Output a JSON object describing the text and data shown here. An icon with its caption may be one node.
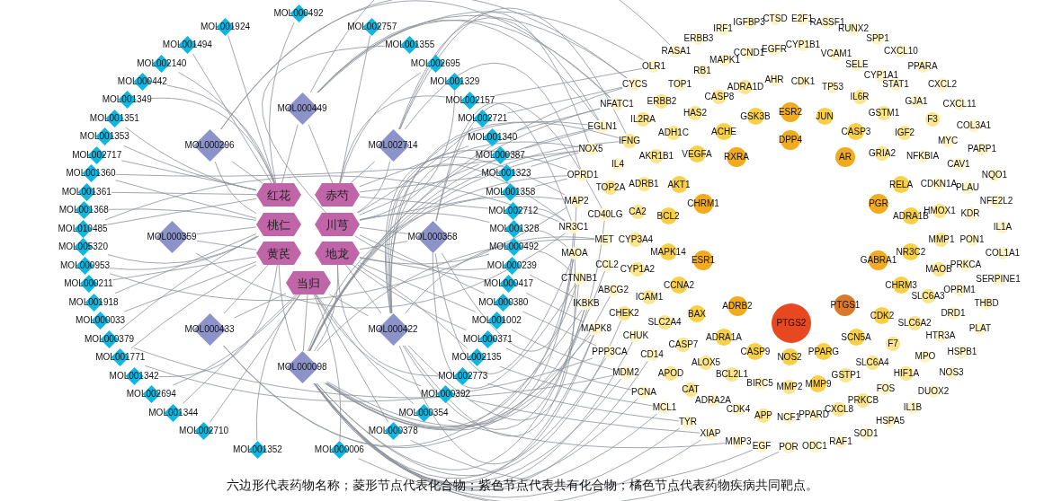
{
  "diagram": {
    "caption": "六边形代表药物名称；菱形节点代表化合物；紫色节点代表共有化合物；橘色节点代表药物疾病共同靶点。",
    "nodes": [
      {
        "text": [
          "红花"
        ]
      },
      {
        "text": [
          "赤芍"
        ]
      },
      {
        "text": [
          "桃仁"
        ]
      },
      {
        "text": [
          "川芎"
        ]
      },
      {
        "text": [
          "黄芪"
        ]
      },
      {
        "text": [
          "地龙"
        ]
      },
      {
        "text": [
          "当归"
        ]
      },
      {
        "text": [
          "MOL000449"
        ]
      },
      {
        "text": [
          "MOL000296"
        ]
      },
      {
        "text": [
          "MOL002714"
        ]
      },
      {
        "text": [
          "MOL000359"
        ]
      },
      {
        "text": [
          "MOL000358"
        ]
      },
      {
        "text": [
          "MOL000433"
        ]
      },
      {
        "text": [
          "MOL000422"
        ]
      },
      {
        "text": [
          "MOL000098"
        ]
      },
      {
        "text": [
          "MOL000492"
        ]
      },
      {
        "text": [
          "MOL002757"
        ]
      },
      {
        "text": [
          "MOL001355"
        ]
      },
      {
        "text": [
          "MOL002695"
        ]
      },
      {
        "text": [
          "MOL001329"
        ]
      },
      {
        "text": [
          "MOL002157"
        ]
      },
      {
        "text": [
          "MOL002721"
        ]
      },
      {
        "text": [
          "MOL001340"
        ]
      },
      {
        "text": [
          "MOL000387"
        ]
      },
      {
        "text": [
          "MOL001323"
        ]
      },
      {
        "text": [
          "MOL001358"
        ]
      },
      {
        "text": [
          "MOL002712"
        ]
      },
      {
        "text": [
          "MOL001328"
        ]
      },
      {
        "text": [
          "MOL000492"
        ]
      },
      {
        "text": [
          "MOL000239"
        ]
      },
      {
        "text": [
          "MOL000417"
        ]
      },
      {
        "text": [
          "MOL000380"
        ]
      },
      {
        "text": [
          "MOL001002"
        ]
      },
      {
        "text": [
          "MOL000371"
        ]
      },
      {
        "text": [
          "MOL002135"
        ]
      },
      {
        "text": [
          "MOL002773"
        ]
      },
      {
        "text": [
          "MOL000392"
        ]
      },
      {
        "text": [
          "MOL000354"
        ]
      },
      {
        "text": [
          "MOL000378"
        ]
      },
      {
        "text": [
          "MOL000006"
        ]
      },
      {
        "text": [
          "MOL001352"
        ]
      },
      {
        "text": [
          "MOL002710"
        ]
      },
      {
        "text": [
          "MOL001344"
        ]
      },
      {
        "text": [
          "MOL002694"
        ]
      },
      {
        "text": [
          "MOL001342"
        ]
      },
      {
        "text": [
          "MOL001771"
        ]
      },
      {
        "text": [
          "MOL000379"
        ]
      },
      {
        "text": [
          "MOL000033"
        ]
      },
      {
        "text": [
          "MOL001918"
        ]
      },
      {
        "text": [
          "MOL000211"
        ]
      },
      {
        "text": [
          "MOL000953"
        ]
      },
      {
        "text": [
          "MOL005320"
        ]
      },
      {
        "text": [
          "MOL010485"
        ]
      },
      {
        "text": [
          "MOL001368"
        ]
      },
      {
        "text": [
          "MOL001361"
        ]
      },
      {
        "text": [
          "MOL001360"
        ]
      },
      {
        "text": [
          "MOL002717"
        ]
      },
      {
        "text": [
          "MOL001353"
        ]
      },
      {
        "text": [
          "MOL001351"
        ]
      },
      {
        "text": [
          "MOL001349"
        ]
      },
      {
        "text": [
          "MOL000442"
        ]
      },
      {
        "text": [
          "MOL002140"
        ]
      },
      {
        "text": [
          "MOL001494"
        ]
      },
      {
        "text": [
          "MOL001924"
        ]
      },
      {
        "text": [
          "IRF1"
        ]
      },
      {
        "text": [
          "IGFBP3"
        ]
      },
      {
        "text": [
          "CTSD"
        ]
      },
      {
        "text": [
          "E2F1"
        ]
      },
      {
        "text": [
          "RASSF1"
        ]
      },
      {
        "text": [
          "RUNX2"
        ]
      },
      {
        "text": [
          "ERBB3"
        ]
      },
      {
        "text": [
          "SPP1"
        ]
      },
      {
        "text": [
          "RASA1"
        ]
      },
      {
        "text": [
          "CCND1"
        ]
      },
      {
        "text": [
          "EGFR"
        ]
      },
      {
        "text": [
          "CYP1B1"
        ]
      },
      {
        "text": [
          "VCAM1"
        ]
      },
      {
        "text": [
          "CXCL10"
        ]
      },
      {
        "text": [
          "MAPK1"
        ]
      },
      {
        "text": [
          "SELE"
        ]
      },
      {
        "text": [
          "OLR1"
        ]
      },
      {
        "text": [
          "RB1"
        ]
      },
      {
        "text": [
          "CYP1A1"
        ]
      },
      {
        "text": [
          "PPARA"
        ]
      },
      {
        "text": [
          "CYCS"
        ]
      },
      {
        "text": [
          "TOP1"
        ]
      },
      {
        "text": [
          "ADRA1D"
        ]
      },
      {
        "text": [
          "AHR"
        ]
      },
      {
        "text": [
          "CDK1"
        ]
      },
      {
        "text": [
          "TP53"
        ]
      },
      {
        "text": [
          "STAT1"
        ]
      },
      {
        "text": [
          "CXCL2"
        ]
      },
      {
        "text": [
          "IL6R"
        ]
      },
      {
        "text": [
          "GJA1"
        ]
      },
      {
        "text": [
          "NFATC1"
        ]
      },
      {
        "text": [
          "ERBB2"
        ]
      },
      {
        "text": [
          "CASP8"
        ]
      },
      {
        "text": [
          "CXCL11"
        ]
      },
      {
        "text": [
          "HAS2"
        ]
      },
      {
        "text": [
          "GSK3B"
        ]
      },
      {
        "text": [
          "ESR2"
        ]
      },
      {
        "text": [
          "JUN"
        ]
      },
      {
        "text": [
          "GSTM1"
        ]
      },
      {
        "text": [
          "F3"
        ]
      },
      {
        "text": [
          "EGLN1"
        ]
      },
      {
        "text": [
          "IL2RA"
        ]
      },
      {
        "text": [
          "ADH1C"
        ]
      },
      {
        "text": [
          "ACHE"
        ]
      },
      {
        "text": [
          "CASP3"
        ]
      },
      {
        "text": [
          "IGF2"
        ]
      },
      {
        "text": [
          "COL3A1"
        ]
      },
      {
        "text": [
          "IFNG"
        ]
      },
      {
        "text": [
          "DPP4"
        ]
      },
      {
        "text": [
          "MYC"
        ]
      },
      {
        "text": [
          "NOX5"
        ]
      },
      {
        "text": [
          "VEGFA"
        ]
      },
      {
        "text": [
          "AKR1B1"
        ]
      },
      {
        "text": [
          "RXRA"
        ]
      },
      {
        "text": [
          "AR"
        ]
      },
      {
        "text": [
          "GRIA2"
        ]
      },
      {
        "text": [
          "NFKBIA"
        ]
      },
      {
        "text": [
          "PARP1"
        ]
      },
      {
        "text": [
          "IL4"
        ]
      },
      {
        "text": [
          "CAV1"
        ]
      },
      {
        "text": [
          "OPRD1"
        ]
      },
      {
        "text": [
          "NQO1"
        ]
      },
      {
        "text": [
          "TOP2A"
        ]
      },
      {
        "text": [
          "ADRB1"
        ]
      },
      {
        "text": [
          "AKT1"
        ]
      },
      {
        "text": [
          "RELA"
        ]
      },
      {
        "text": [
          "CDKN1A"
        ]
      },
      {
        "text": [
          "PLAU"
        ]
      },
      {
        "text": [
          "MAP2"
        ]
      },
      {
        "text": [
          "CHRM1"
        ]
      },
      {
        "text": [
          "PGR"
        ]
      },
      {
        "text": [
          "NFE2L2"
        ]
      },
      {
        "text": [
          "CD40LG"
        ]
      },
      {
        "text": [
          "CA2"
        ]
      },
      {
        "text": [
          "BCL2"
        ]
      },
      {
        "text": [
          "ADRA1B"
        ]
      },
      {
        "text": [
          "HMOX1"
        ]
      },
      {
        "text": [
          "KDR"
        ]
      },
      {
        "text": [
          "NR3C1"
        ]
      },
      {
        "text": [
          "IL1A"
        ]
      },
      {
        "text": [
          "MET"
        ]
      },
      {
        "text": [
          "CYP3A4"
        ]
      },
      {
        "text": [
          "MMP1"
        ]
      },
      {
        "text": [
          "PON1"
        ]
      },
      {
        "text": [
          "MAOA"
        ]
      },
      {
        "text": [
          "MAPK14"
        ]
      },
      {
        "text": [
          "ESR1"
        ]
      },
      {
        "text": [
          "NR3C2"
        ]
      },
      {
        "text": [
          "GABRA1"
        ]
      },
      {
        "text": [
          "COL1A1"
        ]
      },
      {
        "text": [
          "CCL2"
        ]
      },
      {
        "text": [
          "CYP1A2"
        ]
      },
      {
        "text": [
          "MAOB"
        ]
      },
      {
        "text": [
          "PRKCA"
        ]
      },
      {
        "text": [
          "CTNNB1"
        ]
      },
      {
        "text": [
          "SERPINE1"
        ]
      },
      {
        "text": [
          "ABCG2"
        ]
      },
      {
        "text": [
          "CCNA2"
        ]
      },
      {
        "text": [
          "CHRM3"
        ]
      },
      {
        "text": [
          "OPRM1"
        ]
      },
      {
        "text": [
          "ICAM1"
        ]
      },
      {
        "text": [
          "SLC6A3"
        ]
      },
      {
        "text": [
          "IKBKB"
        ]
      },
      {
        "text": [
          "ADRB2"
        ]
      },
      {
        "text": [
          "PTGS1"
        ]
      },
      {
        "text": [
          "THBD"
        ]
      },
      {
        "text": [
          "CHEK2"
        ]
      },
      {
        "text": [
          "BAX"
        ]
      },
      {
        "text": [
          "PTGS2"
        ]
      },
      {
        "text": [
          "CDK2"
        ]
      },
      {
        "text": [
          "SLC6A2"
        ]
      },
      {
        "text": [
          "DRD1"
        ]
      },
      {
        "text": [
          "SLC2A4"
        ]
      },
      {
        "text": [
          "MAPK8"
        ]
      },
      {
        "text": [
          "CHUK"
        ]
      },
      {
        "text": [
          "ADRA1A"
        ]
      },
      {
        "text": [
          "SCN5A"
        ]
      },
      {
        "text": [
          "HTR3A"
        ]
      },
      {
        "text": [
          "PLAT"
        ]
      },
      {
        "text": [
          "CASP7"
        ]
      },
      {
        "text": [
          "F7"
        ]
      },
      {
        "text": [
          "PPP3CA"
        ]
      },
      {
        "text": [
          "CD14"
        ]
      },
      {
        "text": [
          "CASP9"
        ]
      },
      {
        "text": [
          "NOS2"
        ]
      },
      {
        "text": [
          "PPARG"
        ]
      },
      {
        "text": [
          "MPO"
        ]
      },
      {
        "text": [
          "HSPB1"
        ]
      },
      {
        "text": [
          "ALOX5"
        ]
      },
      {
        "text": [
          "SLC6A4"
        ]
      },
      {
        "text": [
          "MDM2"
        ]
      },
      {
        "text": [
          "APOD"
        ]
      },
      {
        "text": [
          "BCL2L1"
        ]
      },
      {
        "text": [
          "GSTP1"
        ]
      },
      {
        "text": [
          "HIF1A"
        ]
      },
      {
        "text": [
          "NOS3"
        ]
      },
      {
        "text": [
          "BIRC5"
        ]
      },
      {
        "text": [
          "MMP2"
        ]
      },
      {
        "text": [
          "MMP9"
        ]
      },
      {
        "text": [
          "FOS"
        ]
      },
      {
        "text": [
          "DUOX2"
        ]
      },
      {
        "text": [
          "PCNA"
        ]
      },
      {
        "text": [
          "CAT"
        ]
      },
      {
        "text": [
          "ADRA2A"
        ]
      },
      {
        "text": [
          "PRKCB"
        ]
      },
      {
        "text": [
          "IL1B"
        ]
      },
      {
        "text": [
          "MCL1"
        ]
      },
      {
        "text": [
          "CDK4"
        ]
      },
      {
        "text": [
          "APP"
        ]
      },
      {
        "text": [
          "NCF1"
        ]
      },
      {
        "text": [
          "PPARD"
        ]
      },
      {
        "text": [
          "CXCL8"
        ]
      },
      {
        "text": [
          "HSPA5"
        ]
      },
      {
        "text": [
          "TYR"
        ]
      },
      {
        "text": [
          "SOD1"
        ]
      },
      {
        "text": [
          "XIAP"
        ]
      },
      {
        "text": [
          "MMP3"
        ]
      },
      {
        "text": [
          "EGF"
        ]
      },
      {
        "text": [
          "POR"
        ]
      },
      {
        "text": [
          "ODC1"
        ]
      },
      {
        "text": [
          "RAF1"
        ]
      }
    ],
    "edges": [
      {
        "from": 0,
        "to": 7,
        "arrow": "none"
      },
      {
        "from": 1,
        "to": 7,
        "arrow": "none"
      },
      {
        "from": 0,
        "to": 8,
        "arrow": "none"
      },
      {
        "from": 2,
        "to": 8,
        "arrow": "none"
      },
      {
        "from": 1,
        "to": 9,
        "arrow": "none"
      },
      {
        "from": 3,
        "to": 9,
        "arrow": "none"
      },
      {
        "from": 2,
        "to": 10,
        "arrow": "none"
      },
      {
        "from": 4,
        "to": 10,
        "arrow": "none"
      },
      {
        "from": 3,
        "to": 11,
        "arrow": "none"
      },
      {
        "from": 5,
        "to": 11,
        "arrow": "none"
      },
      {
        "from": 4,
        "to": 12,
        "arrow": "none"
      },
      {
        "from": 6,
        "to": 12,
        "arrow": "none"
      },
      {
        "from": 5,
        "to": 13,
        "arrow": "none"
      },
      {
        "from": 6,
        "to": 13,
        "arrow": "none"
      },
      {
        "from": 6,
        "to": 14,
        "arrow": "none"
      },
      {
        "from": 4,
        "to": 14,
        "arrow": "none"
      },
      {
        "from": 5,
        "to": 14,
        "arrow": "none"
      },
      {
        "from": 0,
        "to": 15,
        "arrow": "none"
      },
      {
        "from": 1,
        "to": 16,
        "arrow": "none"
      },
      {
        "from": 3,
        "to": 17,
        "arrow": "none"
      },
      {
        "from": 1,
        "to": 18,
        "arrow": "none"
      },
      {
        "from": 3,
        "to": 19,
        "arrow": "none"
      },
      {
        "from": 1,
        "to": 20,
        "arrow": "none"
      },
      {
        "from": 3,
        "to": 21,
        "arrow": "none"
      },
      {
        "from": 1,
        "to": 22,
        "arrow": "none"
      },
      {
        "from": 3,
        "to": 23,
        "arrow": "none"
      },
      {
        "from": 1,
        "to": 24,
        "arrow": "none"
      },
      {
        "from": 3,
        "to": 25,
        "arrow": "none"
      },
      {
        "from": 1,
        "to": 26,
        "arrow": "none"
      },
      {
        "from": 3,
        "to": 27,
        "arrow": "none"
      },
      {
        "from": 5,
        "to": 28,
        "arrow": "none"
      },
      {
        "from": 3,
        "to": 29,
        "arrow": "none"
      },
      {
        "from": 5,
        "to": 30,
        "arrow": "none"
      },
      {
        "from": 3,
        "to": 31,
        "arrow": "none"
      },
      {
        "from": 5,
        "to": 32,
        "arrow": "none"
      },
      {
        "from": 5,
        "to": 33,
        "arrow": "none"
      },
      {
        "from": 5,
        "to": 34,
        "arrow": "none"
      },
      {
        "from": 5,
        "to": 35,
        "arrow": "none"
      },
      {
        "from": 6,
        "to": 36,
        "arrow": "none"
      },
      {
        "from": 6,
        "to": 37,
        "arrow": "none"
      },
      {
        "from": 6,
        "to": 38,
        "arrow": "none"
      },
      {
        "from": 6,
        "to": 39,
        "arrow": "none"
      },
      {
        "from": 6,
        "to": 40,
        "arrow": "none"
      },
      {
        "from": 6,
        "to": 41,
        "arrow": "none"
      },
      {
        "from": 6,
        "to": 42,
        "arrow": "none"
      },
      {
        "from": 6,
        "to": 43,
        "arrow": "none"
      },
      {
        "from": 4,
        "to": 44,
        "arrow": "none"
      },
      {
        "from": 4,
        "to": 45,
        "arrow": "none"
      },
      {
        "from": 2,
        "to": 46,
        "arrow": "none"
      },
      {
        "from": 4,
        "to": 47,
        "arrow": "none"
      },
      {
        "from": 2,
        "to": 48,
        "arrow": "none"
      },
      {
        "from": 4,
        "to": 49,
        "arrow": "none"
      },
      {
        "from": 2,
        "to": 50,
        "arrow": "none"
      },
      {
        "from": 2,
        "to": 51,
        "arrow": "none"
      },
      {
        "from": 0,
        "to": 52,
        "arrow": "none"
      },
      {
        "from": 2,
        "to": 53,
        "arrow": "none"
      },
      {
        "from": 0,
        "to": 54,
        "arrow": "none"
      },
      {
        "from": 2,
        "to": 55,
        "arrow": "none"
      },
      {
        "from": 0,
        "to": 56,
        "arrow": "none"
      },
      {
        "from": 0,
        "to": 57,
        "arrow": "none"
      },
      {
        "from": 0,
        "to": 58,
        "arrow": "none"
      },
      {
        "from": 0,
        "to": 59,
        "arrow": "none"
      },
      {
        "from": 0,
        "to": 60,
        "arrow": "none"
      },
      {
        "from": 0,
        "to": 61,
        "arrow": "none"
      },
      {
        "from": 0,
        "to": 62,
        "arrow": "none"
      },
      {
        "from": 0,
        "to": 63,
        "arrow": "none"
      },
      {
        "from": 14,
        "to": 114,
        "arrow": "none"
      },
      {
        "from": 14,
        "to": 124,
        "arrow": "none"
      },
      {
        "from": 14,
        "to": 132,
        "arrow": "none"
      },
      {
        "from": 14,
        "to": 142,
        "arrow": "none"
      },
      {
        "from": 14,
        "to": 148,
        "arrow": "none"
      },
      {
        "from": 14,
        "to": 158,
        "arrow": "none"
      },
      {
        "from": 14,
        "to": 166,
        "arrow": "none"
      },
      {
        "from": 14,
        "to": 177,
        "arrow": "none"
      },
      {
        "from": 14,
        "to": 185,
        "arrow": "none"
      },
      {
        "from": 14,
        "to": 194,
        "arrow": "none"
      },
      {
        "from": 14,
        "to": 205,
        "arrow": "none"
      },
      {
        "from": 14,
        "to": 104,
        "arrow": "none"
      },
      {
        "from": 14,
        "to": 94,
        "arrow": "none"
      },
      {
        "from": 14,
        "to": 84,
        "arrow": "none"
      },
      {
        "from": 14,
        "to": 111,
        "arrow": "none"
      },
      {
        "from": 14,
        "to": 136,
        "arrow": "none"
      },
      {
        "from": 14,
        "to": 144,
        "arrow": "none"
      },
      {
        "from": 14,
        "to": 154,
        "arrow": "none"
      },
      {
        "from": 14,
        "to": 160,
        "arrow": "none"
      },
      {
        "from": 14,
        "to": 170,
        "arrow": "none"
      },
      {
        "from": 14,
        "to": 178,
        "arrow": "none"
      },
      {
        "from": 14,
        "to": 186,
        "arrow": "none"
      },
      {
        "from": 14,
        "to": 210,
        "arrow": "none"
      },
      {
        "from": 14,
        "to": 217,
        "arrow": "none"
      },
      {
        "from": 14,
        "to": 219,
        "arrow": "none"
      },
      {
        "from": 13,
        "to": 114,
        "arrow": "none"
      },
      {
        "from": 13,
        "to": 124,
        "arrow": "none"
      },
      {
        "from": 13,
        "to": 132,
        "arrow": "none"
      },
      {
        "from": 13,
        "to": 142,
        "arrow": "none"
      },
      {
        "from": 13,
        "to": 148,
        "arrow": "none"
      },
      {
        "from": 13,
        "to": 158,
        "arrow": "none"
      },
      {
        "from": 13,
        "to": 166,
        "arrow": "none"
      },
      {
        "from": 13,
        "to": 177,
        "arrow": "none"
      },
      {
        "from": 13,
        "to": 104,
        "arrow": "none"
      },
      {
        "from": 13,
        "to": 111,
        "arrow": "none"
      },
      {
        "from": 13,
        "to": 144,
        "arrow": "none"
      },
      {
        "from": 7,
        "to": 84,
        "arrow": "none"
      },
      {
        "from": 7,
        "to": 80,
        "arrow": "none"
      },
      {
        "from": 7,
        "to": 94,
        "arrow": "none"
      },
      {
        "from": 7,
        "to": 104,
        "arrow": "none"
      },
      {
        "from": 7,
        "to": 72,
        "arrow": "none"
      },
      {
        "from": 11,
        "to": 142,
        "arrow": "none"
      },
      {
        "from": 11,
        "to": 148,
        "arrow": "none"
      },
      {
        "from": 11,
        "to": 132,
        "arrow": "none"
      },
      {
        "from": 11,
        "to": 158,
        "arrow": "none"
      },
      {
        "from": 11,
        "to": 136,
        "arrow": "none"
      },
      {
        "from": 9,
        "to": 104,
        "arrow": "none"
      },
      {
        "from": 9,
        "to": 114,
        "arrow": "none"
      },
      {
        "from": 9,
        "to": 124,
        "arrow": "none"
      },
      {
        "from": 9,
        "to": 111,
        "arrow": "none"
      },
      {
        "from": 8,
        "to": 94,
        "arrow": "none"
      },
      {
        "from": 8,
        "to": 84,
        "arrow": "none"
      },
      {
        "from": 10,
        "to": 142,
        "arrow": "none"
      },
      {
        "from": 12,
        "to": 166,
        "arrow": "none"
      },
      {
        "from": 12,
        "to": 177,
        "arrow": "none"
      },
      {
        "from": 26,
        "to": 142,
        "arrow": "none"
      },
      {
        "from": 27,
        "to": 148,
        "arrow": "none"
      },
      {
        "from": 28,
        "to": 158,
        "arrow": "none"
      },
      {
        "from": 29,
        "to": 166,
        "arrow": "none"
      },
      {
        "from": 30,
        "to": 177,
        "arrow": "none"
      },
      {
        "from": 31,
        "to": 185,
        "arrow": "none"
      },
      {
        "from": 32,
        "to": 194,
        "arrow": "none"
      },
      {
        "from": 33,
        "to": 205,
        "arrow": "none"
      },
      {
        "from": 34,
        "to": 210,
        "arrow": "none"
      },
      {
        "from": 35,
        "to": 217,
        "arrow": "none"
      },
      {
        "from": 36,
        "to": 219,
        "arrow": "none"
      },
      {
        "from": 37,
        "to": 220,
        "arrow": "none"
      },
      {
        "from": 38,
        "to": 221,
        "arrow": "none"
      },
      {
        "from": 39,
        "to": 222,
        "arrow": "none"
      },
      {
        "from": 20,
        "to": 80,
        "arrow": "none"
      },
      {
        "from": 21,
        "to": 84,
        "arrow": "none"
      },
      {
        "from": 22,
        "to": 94,
        "arrow": "none"
      },
      {
        "from": 23,
        "to": 104,
        "arrow": "none"
      },
      {
        "from": 24,
        "to": 114,
        "arrow": "none"
      },
      {
        "from": 25,
        "to": 124,
        "arrow": "none"
      },
      {
        "from": 45,
        "to": 185,
        "arrow": "none"
      },
      {
        "from": 46,
        "to": 194,
        "arrow": "none"
      },
      {
        "from": 50,
        "to": 132,
        "arrow": "none"
      },
      {
        "from": 55,
        "to": 114,
        "arrow": "none"
      },
      {
        "from": 52,
        "to": 142,
        "arrow": "none"
      }
    ]
  }
}
